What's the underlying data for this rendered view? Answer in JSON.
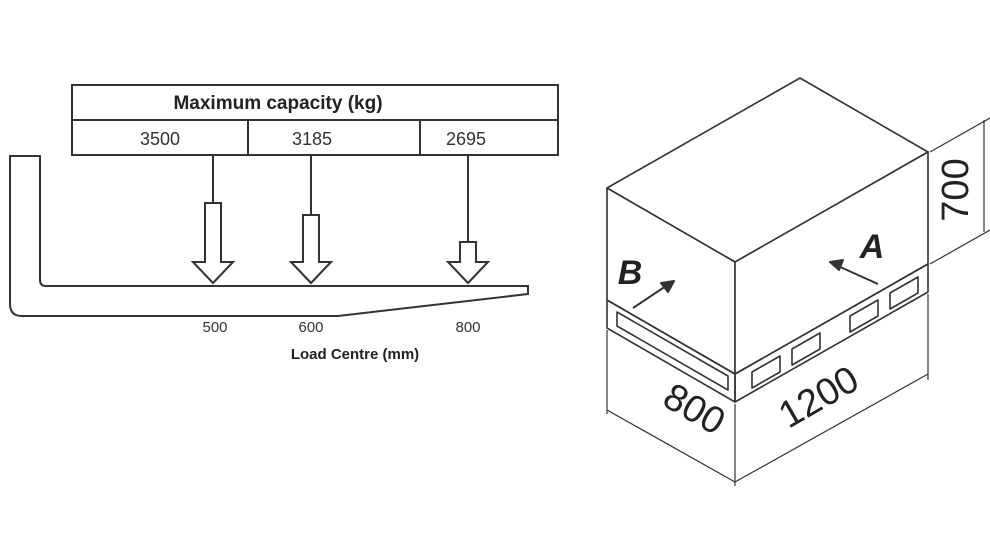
{
  "table": {
    "title": "Maximum capacity (kg)",
    "capacities": [
      "3500",
      "3185",
      "2695"
    ]
  },
  "fork": {
    "load_centres": [
      "500",
      "600",
      "800"
    ],
    "axis_label": "Load Centre (mm)"
  },
  "pallet": {
    "depth": "800",
    "length": "1200",
    "height": "700",
    "label_a": "A",
    "label_b": "B"
  }
}
